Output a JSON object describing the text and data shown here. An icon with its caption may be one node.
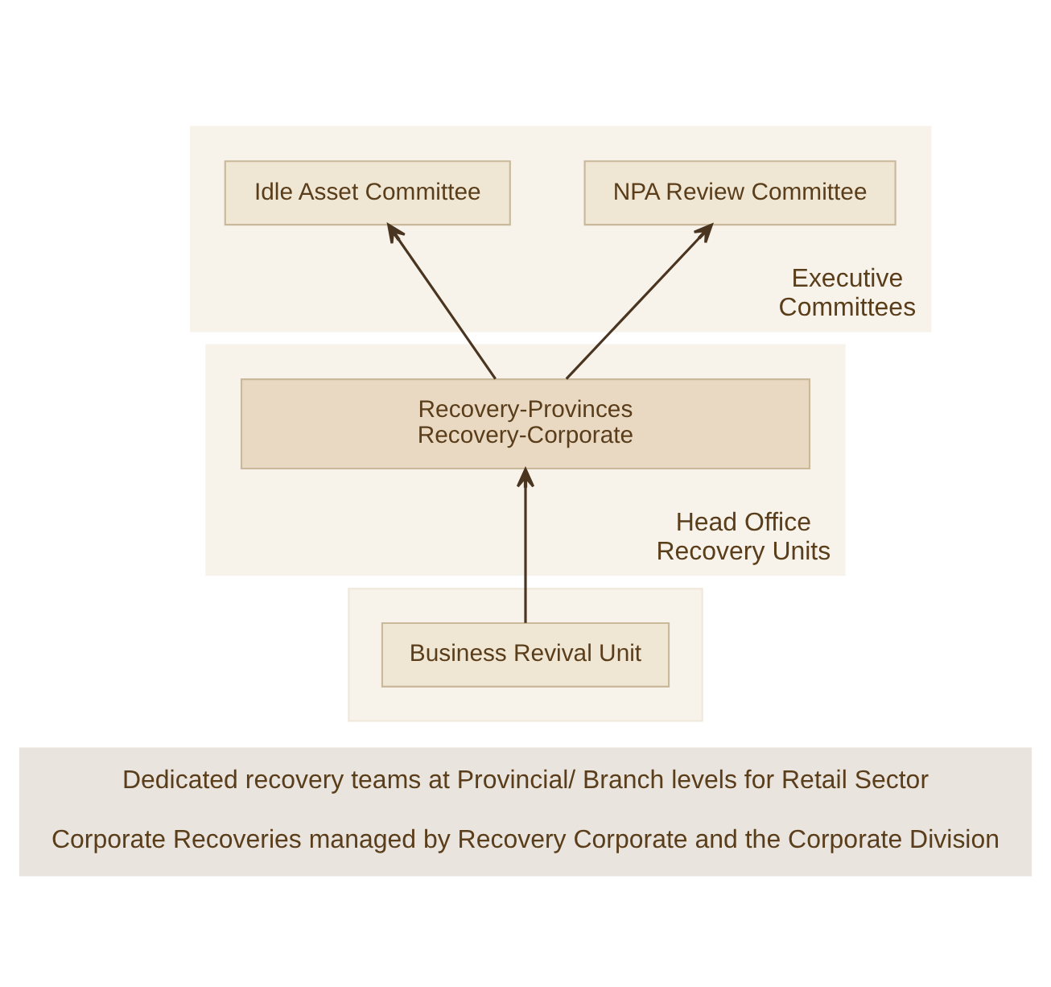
{
  "diagram": {
    "nodes": [
      {
        "text": [
          "Executive Committees"
        ]
      },
      {
        "text": [
          "NPA Review Committee"
        ],
        "in": 0
      },
      {
        "text": [
          "Idle Asset Committee"
        ],
        "in": 0
      },
      {
        "text": [
          "Head Office Recovery Units"
        ]
      },
      {
        "text": [
          "Recovery-Provinces",
          "Recovery-Corporate"
        ],
        "in": 3
      },
      {
        "text": [],
        "shape": "box"
      },
      {
        "text": [
          "Business Revival Unit"
        ],
        "in": 5
      },
      {
        "text": [
          "Dedicated recovery teams at Provincial/ Branch levels for Retail Sector",
          "Corporate Recoveries managed by Recovery Corporate and the Corporate Division"
        ]
      }
    ],
    "edges": [
      {
        "from": 6,
        "to": 4,
        "arrow": "to"
      },
      {
        "from": 4,
        "to": 1,
        "arrow": "to"
      },
      {
        "from": 4,
        "to": 2,
        "arrow": "to"
      }
    ]
  }
}
